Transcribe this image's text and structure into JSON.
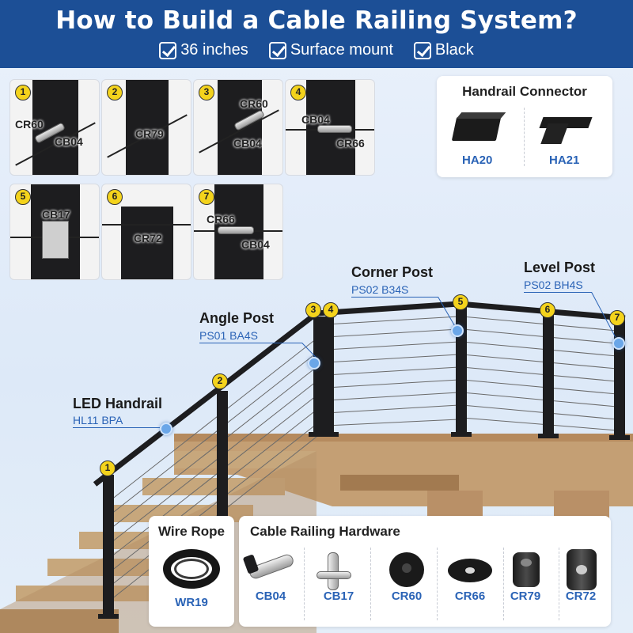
{
  "header": {
    "title": "How to Build a Cable Railing System?",
    "specs": [
      "36 inches",
      "Surface mount",
      "Black"
    ]
  },
  "steps": [
    {
      "num": "1",
      "labels": [
        "CR60",
        "CB04"
      ]
    },
    {
      "num": "2",
      "labels": [
        "CR79"
      ]
    },
    {
      "num": "3",
      "labels": [
        "CR60",
        "CB04"
      ]
    },
    {
      "num": "4",
      "labels": [
        "CB04",
        "CR66"
      ]
    },
    {
      "num": "5",
      "labels": [
        "CB17"
      ]
    },
    {
      "num": "6",
      "labels": [
        "CR72"
      ]
    },
    {
      "num": "7",
      "labels": [
        "CR66",
        "CB04"
      ]
    }
  ],
  "handrail_connector": {
    "title": "Handrail Connector",
    "items": [
      "HA20",
      "HA21"
    ]
  },
  "scene": {
    "led_handrail": {
      "title": "LED Handrail",
      "code": "HL11 BPA"
    },
    "angle_post": {
      "title": "Angle Post",
      "code": "PS01 BA4S"
    },
    "corner_post": {
      "title": "Corner Post",
      "code": "PS02 B34S"
    },
    "level_post": {
      "title": "Level Post",
      "code": "PS02 BH4S"
    },
    "post_numbers": [
      "1",
      "2",
      "3",
      "4",
      "5",
      "6",
      "7"
    ]
  },
  "wire_rope": {
    "title": "Wire Rope",
    "code": "WR19"
  },
  "hardware": {
    "title": "Cable Railing Hardware",
    "items": [
      "CB04",
      "CB17",
      "CR60",
      "CR66",
      "CR79",
      "CR72"
    ]
  },
  "colors": {
    "header": "#1c4f96",
    "accent": "#2a63b6",
    "badge": "#f4d31c"
  }
}
